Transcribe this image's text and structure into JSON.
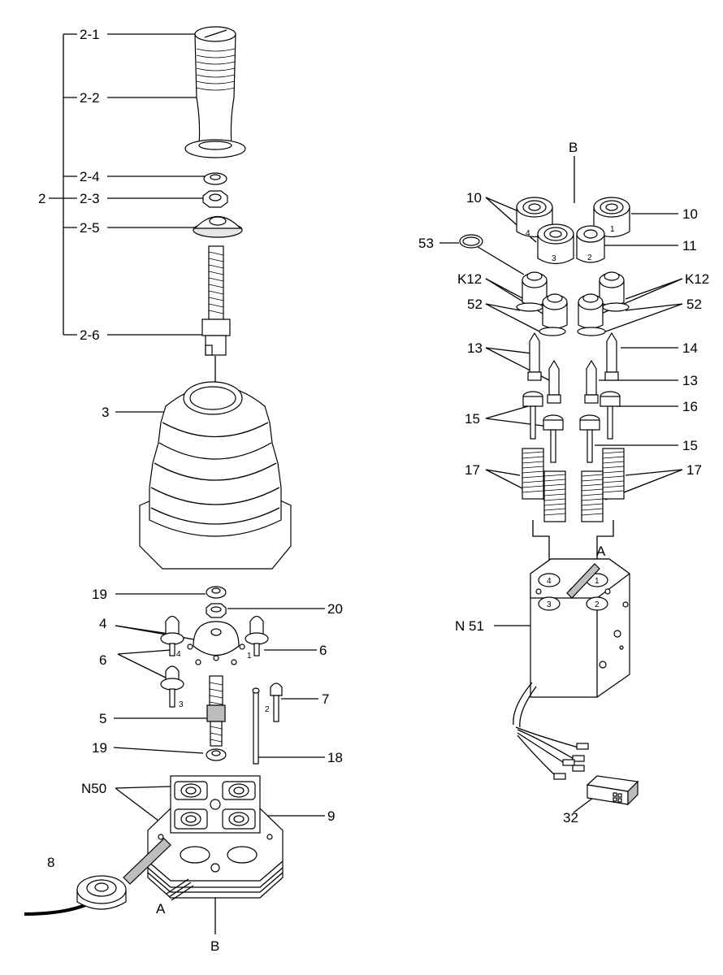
{
  "labels": {
    "assembly": "2",
    "p2_1": "2-1",
    "p2_2": "2-2",
    "p2_4": "2-4",
    "p2_3": "2-3",
    "p2_5": "2-5",
    "p2_6": "2-6",
    "p3": "3",
    "p19a": "19",
    "p20": "20",
    "p4": "4",
    "p6a": "6",
    "p6b": "6",
    "p7": "7",
    "p5": "5",
    "p19b": "19",
    "p18": "18",
    "pN50": "N50",
    "p9": "9",
    "p8": "8",
    "pA1": "A",
    "pB1": "B",
    "pB2": "B",
    "p10a": "10",
    "p10b": "10",
    "p53": "53",
    "p11": "11",
    "pK12a": "K12",
    "pK12b": "K12",
    "p52a": "52",
    "p52b": "52",
    "p13a": "13",
    "p14": "14",
    "p13b": "13",
    "p15a": "15",
    "p16": "16",
    "p15b": "15",
    "p17a": "17",
    "p17b": "17",
    "pA2": "A",
    "pN51": "N 51",
    "p32": "32"
  },
  "marks": {
    "m4": "4",
    "m1": "1",
    "m3": "3",
    "m2": "2",
    "c1": "1",
    "c2": "2",
    "c3": "3",
    "c4": "4",
    "b1": "1",
    "b2": "2",
    "b3": "3",
    "b4": "4"
  },
  "colors": {
    "ink": "#000000",
    "paper": "#ffffff",
    "shade": "#bdbdbd",
    "light": "#e6e6e6"
  }
}
